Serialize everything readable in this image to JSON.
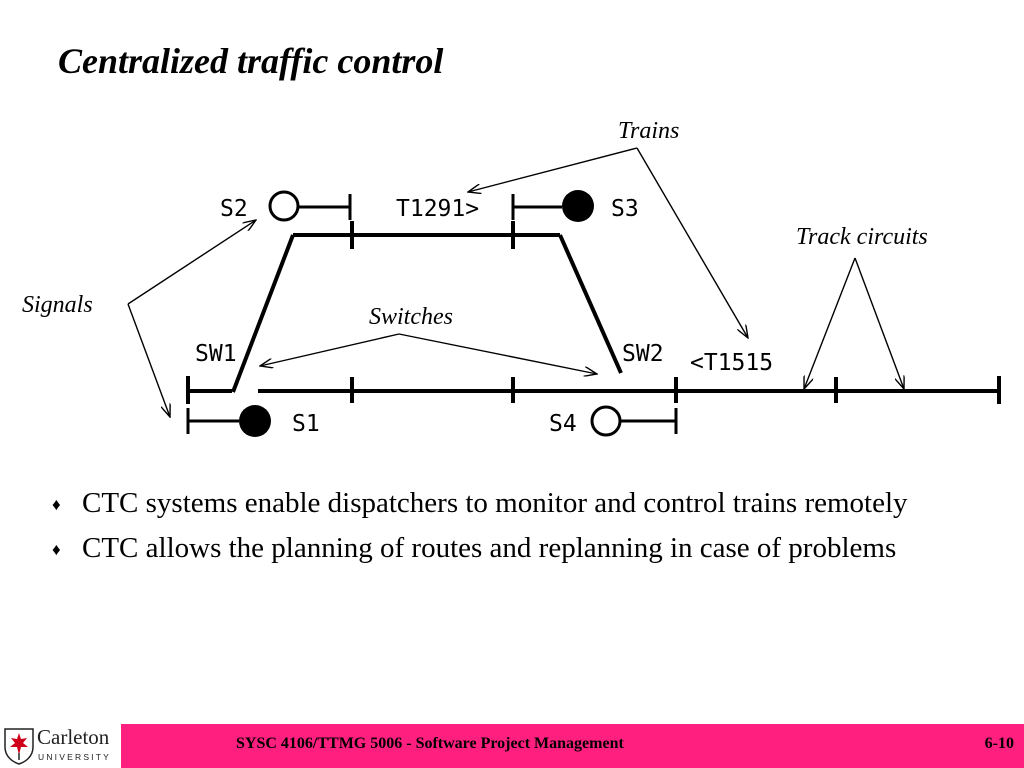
{
  "slide": {
    "title": "Centralized traffic control"
  },
  "diagram": {
    "callouts": {
      "trains": "Trains",
      "track_circuits": "Track circuits",
      "signals": "Signals",
      "switches": "Switches"
    },
    "signal_labels": {
      "s1": "S1",
      "s2": "S2",
      "s3": "S3",
      "s4": "S4"
    },
    "switch_labels": {
      "sw1": "SW1",
      "sw2": "SW2"
    },
    "train_labels": {
      "t1291": "T1291>",
      "t1515": "<T1515"
    },
    "signal_states": {
      "s1": "filled",
      "s2": "open",
      "s3": "filled",
      "s4": "open"
    }
  },
  "bullets": [
    "CTC systems enable dispatchers to monitor and control trains remotely",
    "CTC allows the planning of routes and replanning in case of problems"
  ],
  "bullet_icon": "diamond-bullet-icon",
  "footer": {
    "logo_name": "Carleton",
    "logo_sub": "UNIVERSITY",
    "course": "SYSC 4106/TTMG 5006 - Software Project Management",
    "page": "6-10",
    "bar_color": "#ff1f7f",
    "logo_icon": "carleton-crest-icon"
  }
}
